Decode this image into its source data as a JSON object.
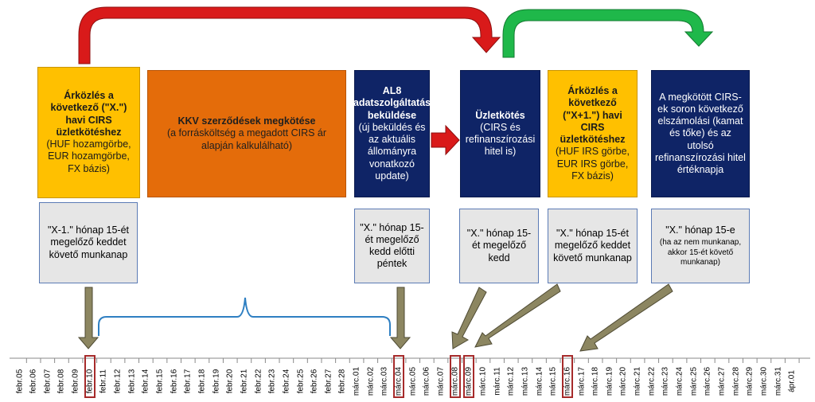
{
  "boxes": {
    "b1": {
      "title": "Árközlés a következő (\"X.\") havi CIRS üzletkötéshez",
      "sub": "(HUF hozamgörbe, EUR hozamgörbe, FX bázis)"
    },
    "b2": {
      "title": "KKV szerződések megkötése",
      "sub": "(a forrásköltség a megadott CIRS ár alapján kalkulálható)"
    },
    "b3": {
      "title": "AL8 adatszolgáltatás beküldése",
      "sub": "(új beküldés és az aktuális állományra vonatkozó update)"
    },
    "b4": {
      "title": "Üzletkötés",
      "sub": "(CIRS és refinanszírozási hitel is)"
    },
    "b5": {
      "title": "Árközlés a következő (\"X+1.\") havi CIRS üzletkötéshez",
      "sub": "(HUF IRS görbe, EUR IRS görbe, FX bázis)"
    },
    "b6": {
      "title": "",
      "sub": "A megkötött CIRS-ek soron következő elszámolási (kamat és tőke) és az utolsó refinanszírozási hitel értéknapja"
    }
  },
  "notes": {
    "n1": "\"X-1.\" hónap 15-ét megelőző keddet követő munkanap",
    "n3": "\"X.\" hónap 15-ét megelőző kedd előtti péntek",
    "n4": "\"X.\" hónap 15-ét megelőző kedd",
    "n5": "\"X.\" hónap 15-ét megelőző keddet követő munkanap",
    "n6": "\"X.\" hónap 15-e",
    "n6_small": "(ha az nem munkanap, akkor 15-ét követő munkanap)"
  },
  "timeline": {
    "dates": [
      "febr.05",
      "febr.06",
      "febr.07",
      "febr.08",
      "febr.09",
      "febr.10",
      "febr.11",
      "febr.12",
      "febr.13",
      "febr.14",
      "febr.15",
      "febr.16",
      "febr.17",
      "febr.18",
      "febr.19",
      "febr.20",
      "febr.21",
      "febr.22",
      "febr.23",
      "febr.24",
      "febr.25",
      "febr.26",
      "febr.27",
      "febr.28",
      "márc.01",
      "márc.02",
      "márc.03",
      "márc.04",
      "márc.05",
      "márc.06",
      "márc.07",
      "márc.08",
      "márc.09",
      "márc.10",
      "márc.11",
      "márc.12",
      "márc.13",
      "márc.14",
      "márc.15",
      "márc.16",
      "márc.17",
      "márc.18",
      "márc.19",
      "márc.20",
      "márc.21",
      "márc.22",
      "márc.23",
      "márc.24",
      "márc.25",
      "márc.26",
      "márc.27",
      "márc.28",
      "márc.29",
      "márc.30",
      "márc.31",
      "ápr.01"
    ],
    "highlighted": [
      "febr.10",
      "márc.04",
      "márc.08",
      "márc.09",
      "márc.16"
    ]
  },
  "colors": {
    "yellow": "#ffc000",
    "orange": "#e46c0a",
    "navy": "#0f2466",
    "grey": "#e6e6e6",
    "red_arrow": "#d91a1a",
    "green_arrow": "#1fb84a",
    "olive_arrow": "#8c8661",
    "brace": "#2e7fc2",
    "highlight": "#a62b2b"
  }
}
